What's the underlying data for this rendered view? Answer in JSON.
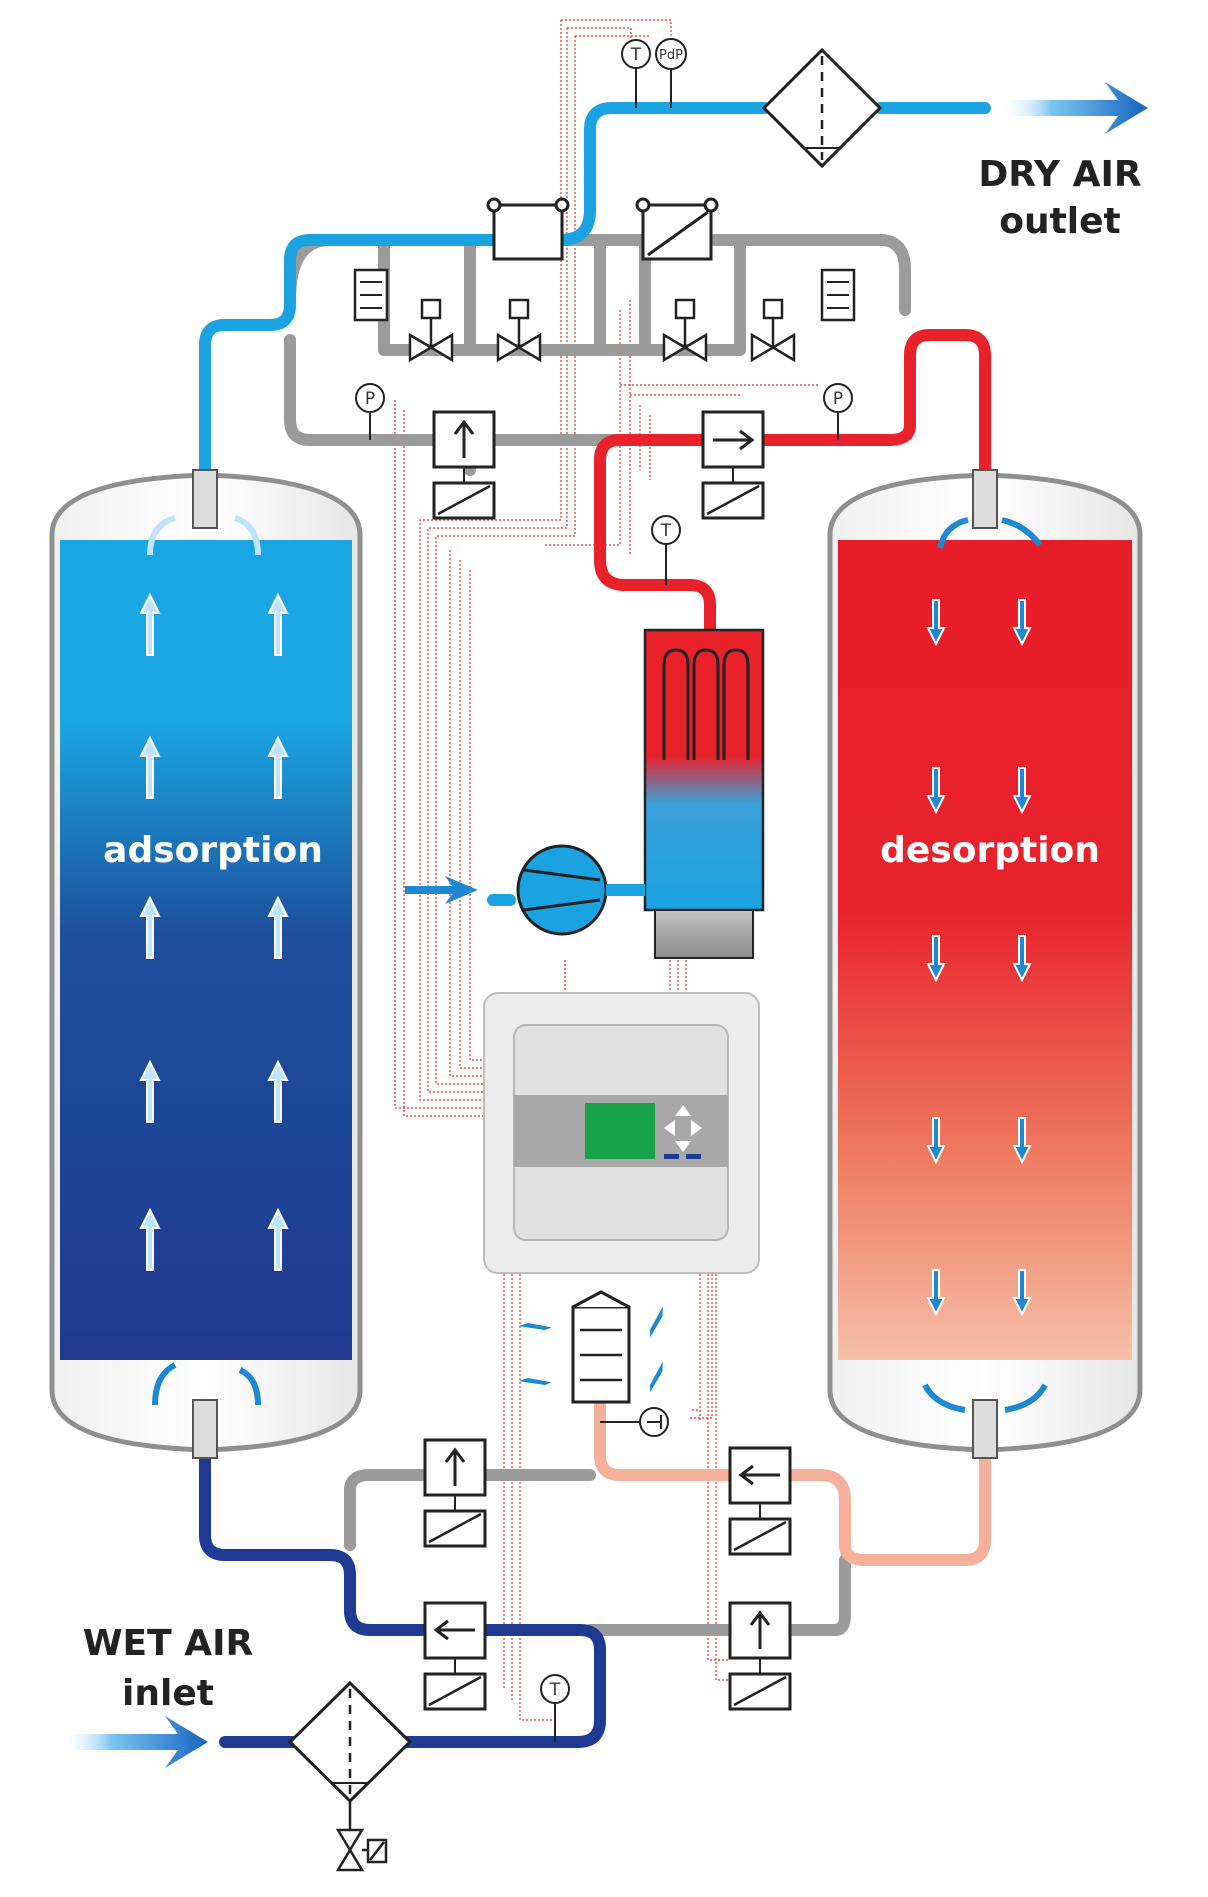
{
  "labels": {
    "dry_air_line1": "DRY AIR",
    "dry_air_line2": "outlet",
    "wet_air_line1": "WET AIR",
    "wet_air_line2": "inlet",
    "left_tank": "adsorption",
    "right_tank": "desorption"
  },
  "gauges": {
    "top_temperature": "T",
    "top_pressure_dew_point": "PdP",
    "left_pressure": "P",
    "right_pressure": "P",
    "heater_temperature": "T",
    "bottom_temperature": "T"
  },
  "colors": {
    "dry_air": "#1aa3e0",
    "hot_air": "#e8212b",
    "wet_air": "#1f3a93",
    "cooled_air": "#f4b09a",
    "neutral_pipe": "#9b9b9b",
    "signal_wire": "#e05050",
    "flow_arrow": "#1e88d2",
    "display_screen": "#18a34a"
  },
  "icons": {
    "filter": "filter-icon",
    "valve": "solenoid-valve-icon",
    "blower": "blower-icon",
    "heater": "heater-icon",
    "controller": "controller-icon",
    "silencer": "silencer-icon"
  }
}
